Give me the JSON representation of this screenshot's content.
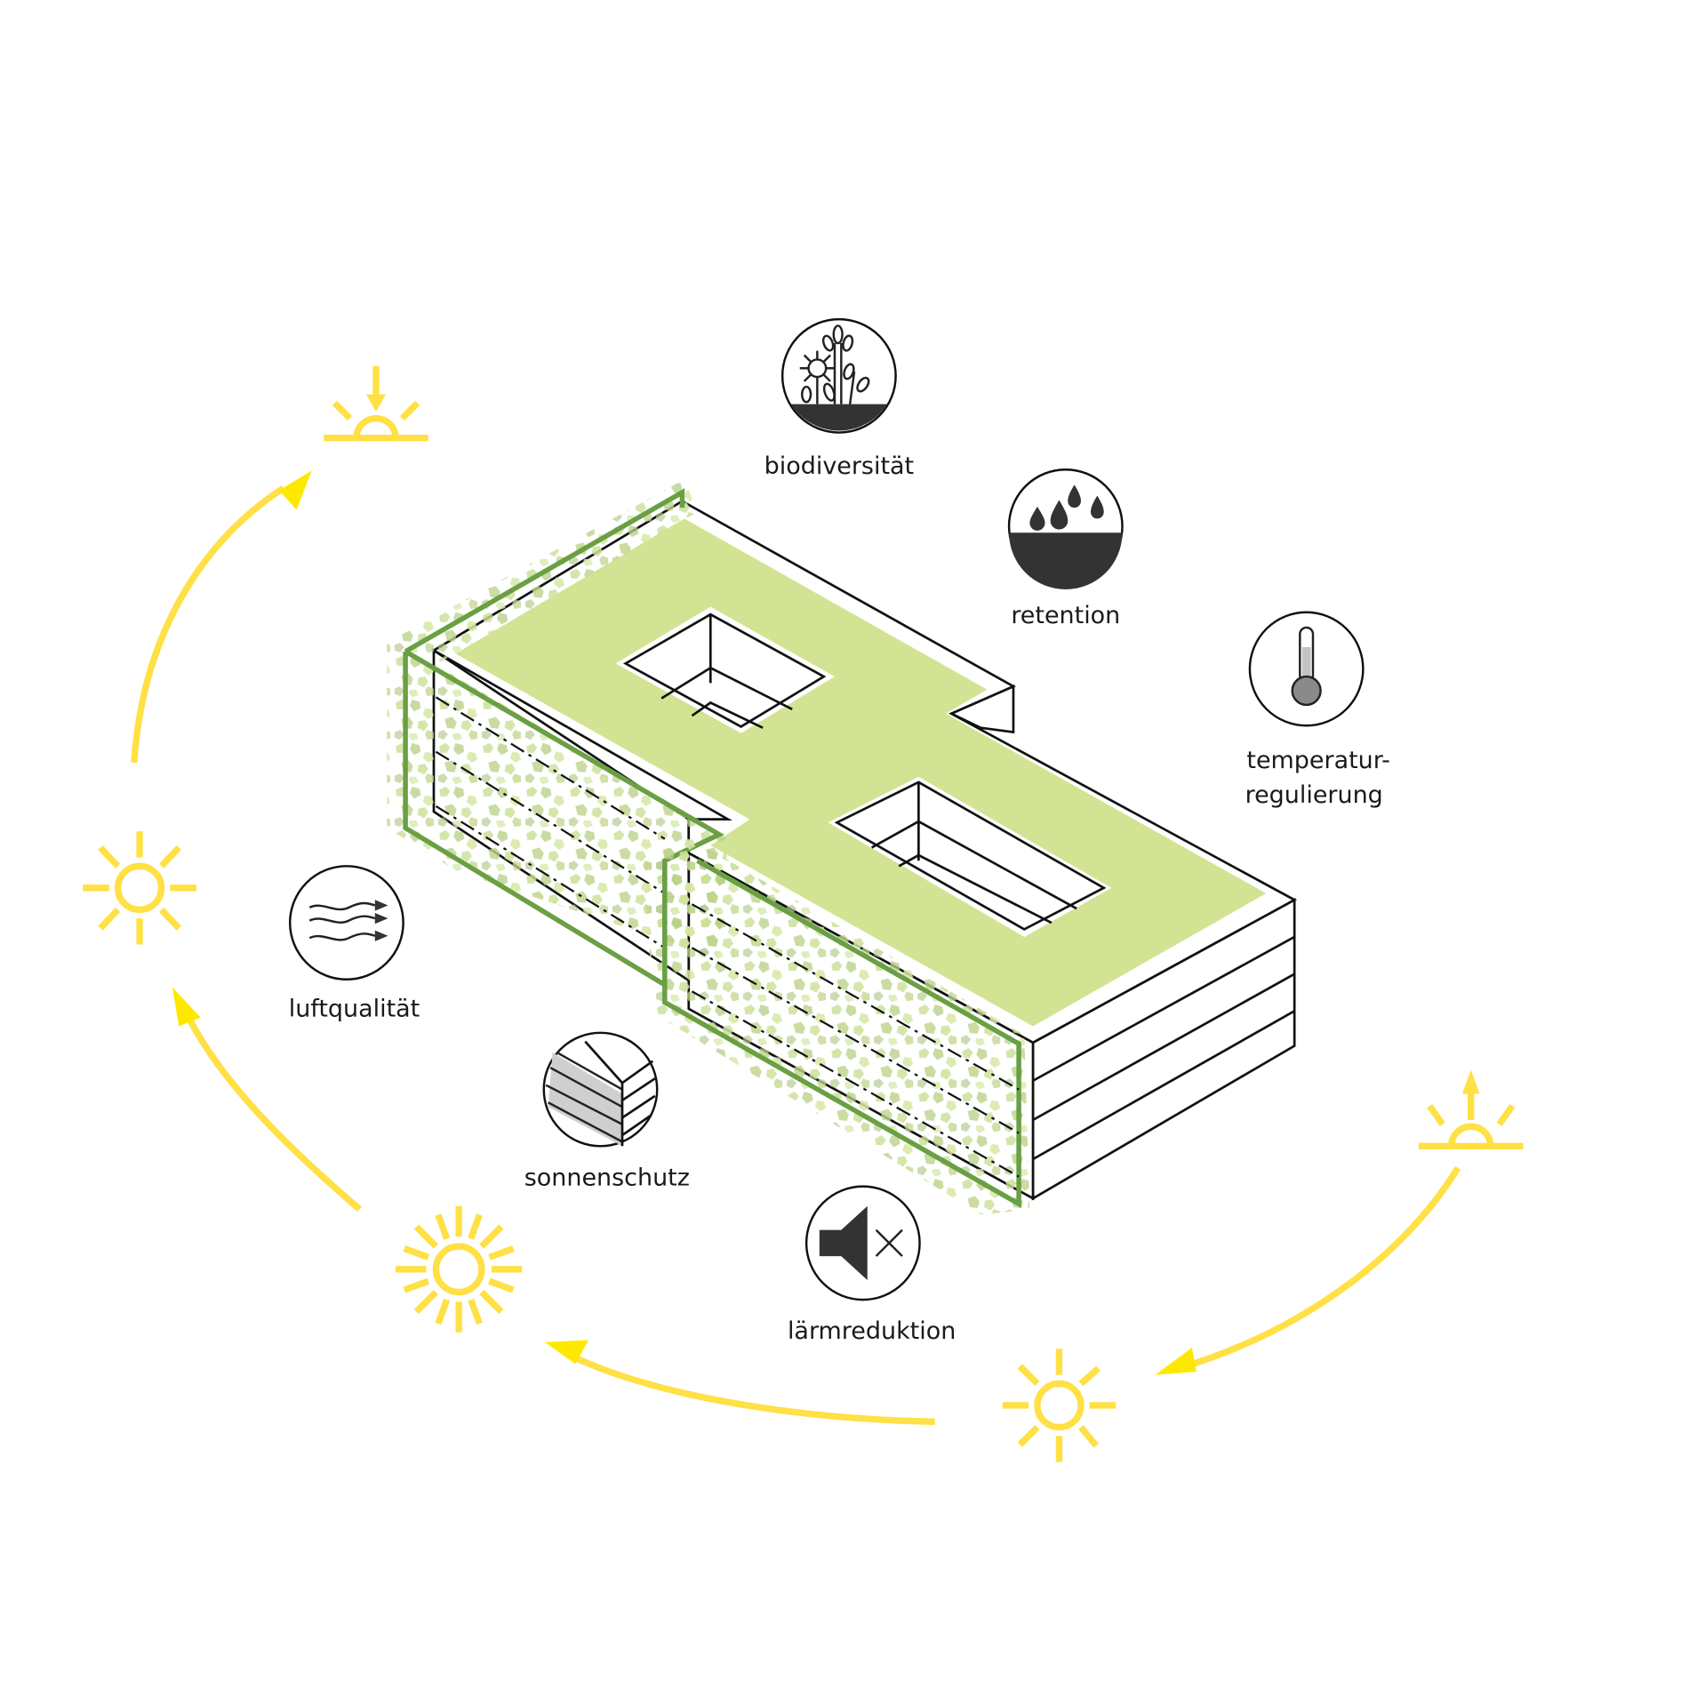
{
  "diagram": {
    "title_visible": false,
    "subject": "isometric building with green roof and green facade",
    "colors": {
      "sun": "#ffe045",
      "arrow": "#ffe800",
      "roof": "#d2e493",
      "trellis": "#6aa043",
      "leaf": "#c6dc93",
      "ink": "#333333"
    },
    "benefits": [
      {
        "id": "biodiversitaet",
        "icon": "flower-plants-icon",
        "label": "biodiversität"
      },
      {
        "id": "retention",
        "icon": "water-retention-icon",
        "label": "retention"
      },
      {
        "id": "temperatur",
        "icon": "thermometer-icon",
        "label_line1": "temperatur-",
        "label_line2": "regulierung"
      },
      {
        "id": "luftqualitaet",
        "icon": "air-flow-icon",
        "label": "luftqualität"
      },
      {
        "id": "sonnenschutz",
        "icon": "shading-facade-icon",
        "label": "sonnenschutz"
      },
      {
        "id": "laermreduktion",
        "icon": "speaker-muted-icon",
        "label": "lärmreduktion"
      }
    ],
    "sun_path": [
      {
        "id": "sunrise",
        "icon": "sunrise-icon",
        "phase": "rising"
      },
      {
        "id": "morning",
        "icon": "sun-icon",
        "phase": "morning"
      },
      {
        "id": "noon",
        "icon": "sun-icon",
        "phase": "midday"
      },
      {
        "id": "afternoon",
        "icon": "sun-icon",
        "phase": "afternoon"
      },
      {
        "id": "sunset",
        "icon": "sunset-icon",
        "phase": "setting"
      }
    ]
  }
}
